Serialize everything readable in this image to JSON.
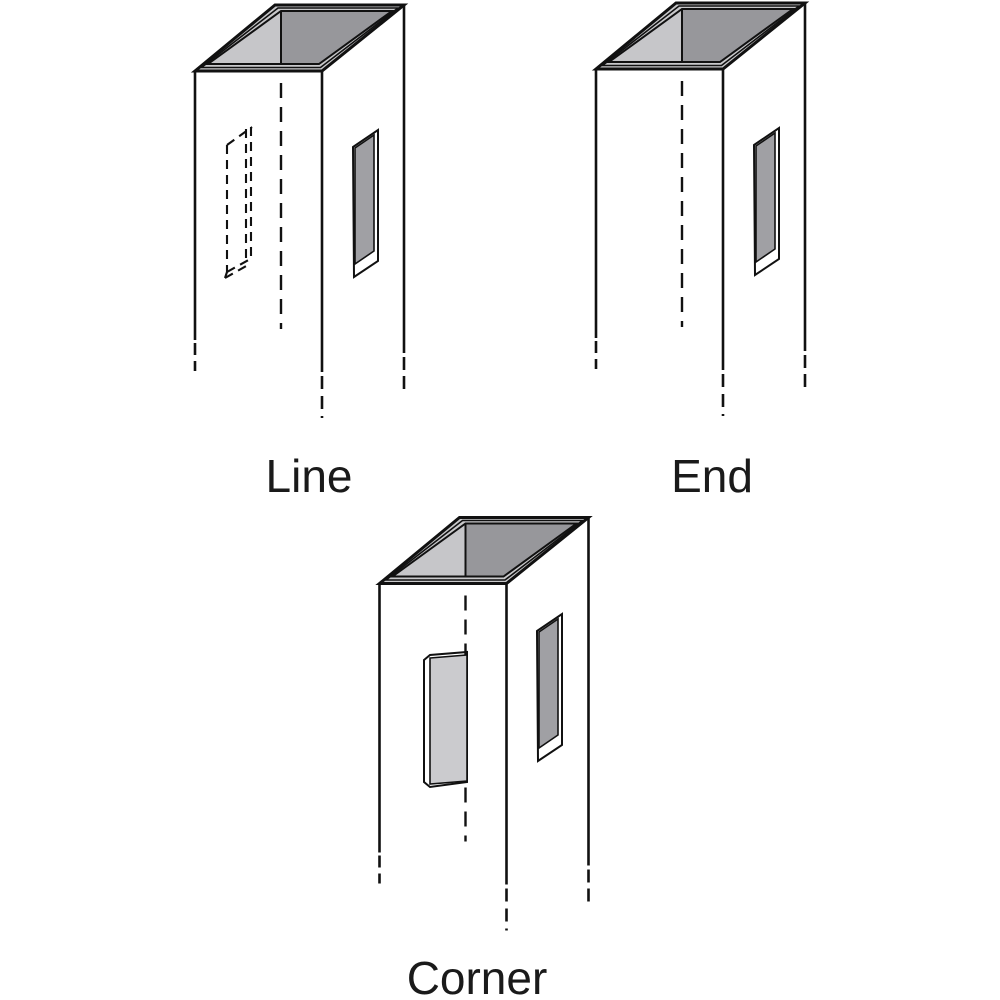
{
  "diagram": {
    "posts": [
      {
        "id": "line",
        "label": "Line"
      },
      {
        "id": "end",
        "label": "End"
      },
      {
        "id": "corner",
        "label": "Corner"
      }
    ]
  },
  "colors": {
    "background": "#ffffff",
    "outline": "#111111",
    "rim": "#c9c9cb",
    "top_light": "#c6c6c9",
    "top_dark": "#97979b",
    "slot_dark": "#a0a0a4",
    "slot_light": "#cbcbce",
    "label_text": "#1a1a1a"
  }
}
